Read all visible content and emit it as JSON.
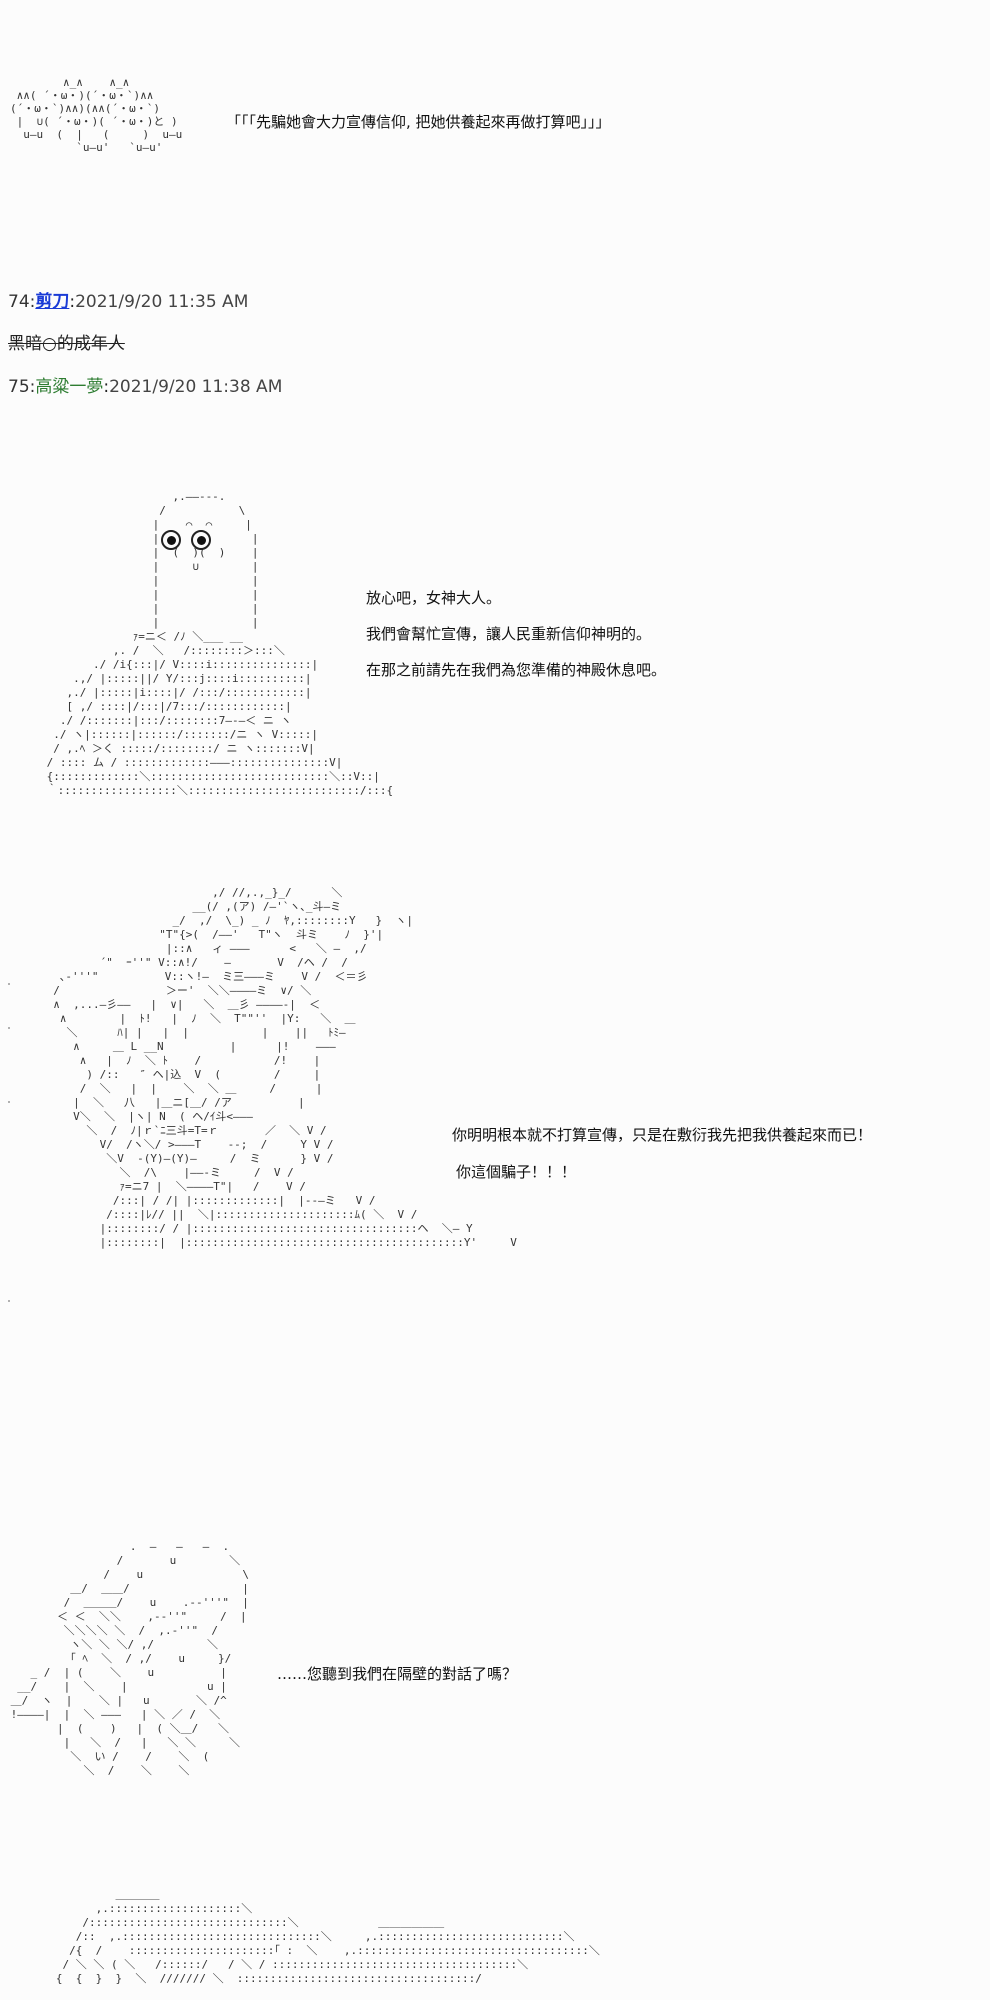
{
  "scene1": {
    "dialogue": "「「「先騙她會大力宣傳信仰, 把她供養起來再做打算吧」」」"
  },
  "posts": [
    {
      "number": "74:",
      "user": "剪刀",
      "separator": ":",
      "datetime": "2021/9/20 11:35 AM",
      "body": "黑暗○的成年人"
    },
    {
      "number": "75:",
      "user": "高粱一夢",
      "separator": ":",
      "datetime": "2021/9/20 11:38 AM"
    }
  ],
  "scene2": {
    "lines": [
      "放心吧，女神大人。",
      "我們會幫忙宣傳，讓人民重新信仰神明的。",
      "在那之前請先在我們為您準備的神殿休息吧。"
    ]
  },
  "scene3": {
    "lines": [
      "你明明根本就不打算宣傳，只是在敷衍我先把我供養起來而已！",
      "你這個騙子！！！"
    ]
  },
  "scene4": {
    "line": "……您聽到我們在隔壁的對話了嗎？"
  }
}
